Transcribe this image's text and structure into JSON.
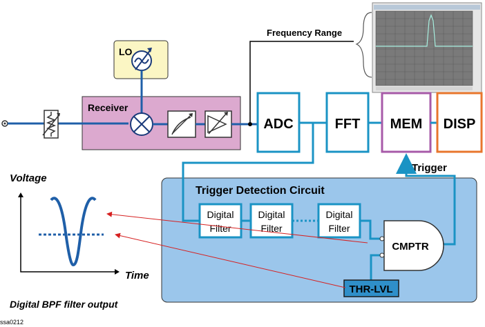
{
  "receiver": {
    "label": "Receiver"
  },
  "lo": {
    "label": "LO"
  },
  "frequency_range": {
    "label": "Frequency Range"
  },
  "blocks": {
    "adc": "ADC",
    "fft": "FFT",
    "mem": "MEM",
    "disp": "DISP"
  },
  "trigger": {
    "label": "Trigger"
  },
  "trigger_circuit": {
    "title": "Trigger Detection Circuit",
    "filters": [
      {
        "line1": "Digital",
        "line2": "Filter"
      },
      {
        "line1": "Digital",
        "line2": "Filter"
      },
      {
        "line1": "Digital",
        "line2": "Filter"
      }
    ],
    "comparator": "CMPTR",
    "threshold": "THR-LVL"
  },
  "graph": {
    "ylabel": "Voltage",
    "xlabel": "Time",
    "caption": "Digital BPF filter output"
  },
  "figure_id": "ssa0212",
  "colors": {
    "signal_blue": "#1f5fa8",
    "block_teal": "#1a93c4",
    "mem_purple": "#a75aa8",
    "disp_orange": "#e8762c",
    "receiver_fill": "#dca9cf",
    "lo_fill": "#fbf6c4",
    "trigger_fill": "#9bc6eb",
    "threshold_fill": "#2f8fc9",
    "arrow_red": "#d62020"
  }
}
